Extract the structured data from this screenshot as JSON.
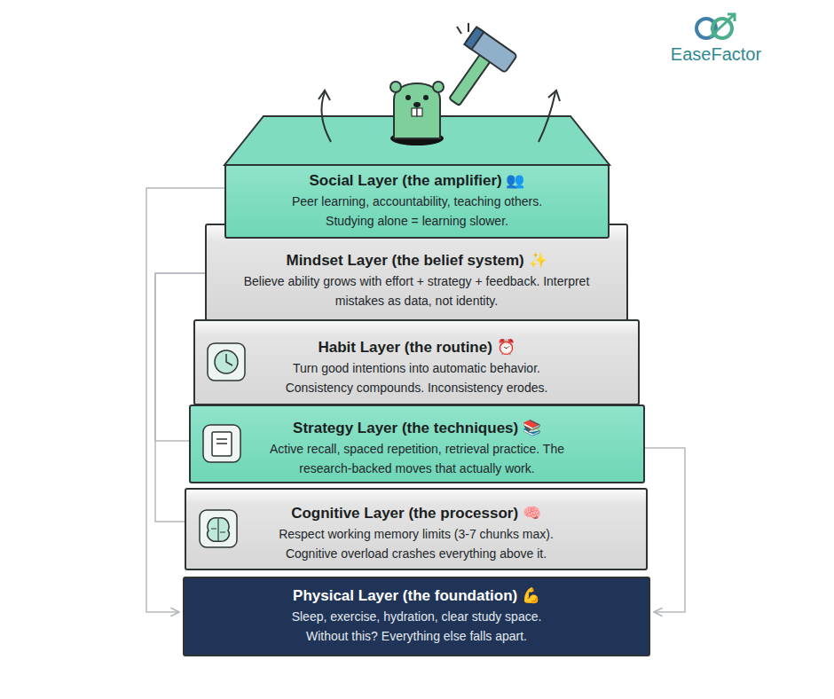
{
  "diagram": {
    "nodes": [
      {
        "text": [
          "Social Layer (the amplifier) 👥",
          "Peer learning, accountability, teaching others. Studying alone = learning slower."
        ]
      },
      {
        "text": [
          "Mindset Layer (the belief system) ✨",
          "Believe ability grows with effort + strategy + feedback. Interpret mistakes as data, not identity."
        ]
      },
      {
        "text": [
          "Habit Layer (the routine) ⏰",
          "Turn good intentions into automatic behavior. Consistency compounds. Inconsistency erodes."
        ]
      },
      {
        "text": [
          "Strategy Layer (the techniques) 📚",
          "Active recall, spaced repetition, retrieval practice. The research-backed moves that actually work."
        ]
      },
      {
        "text": [
          "Cognitive Layer (the processor) 🧠",
          "Respect working memory limits (3-7 chunks max). Cognitive overload crashes everything above it."
        ]
      },
      {
        "text": [
          "Physical Layer (the foundation) 💪",
          "Sleep, exercise, hydration, clear study space. Without this? Everything else falls apart."
        ]
      }
    ],
    "edges": [
      {
        "from": 0,
        "to": 5,
        "arrow": "to"
      },
      {
        "from": 1,
        "to": 3,
        "arrow": "none"
      },
      {
        "from": 1,
        "to": 4,
        "arrow": "none"
      },
      {
        "from": 3,
        "to": 5,
        "arrow": "to"
      }
    ],
    "labels": [
      "EaseFactor"
    ]
  }
}
